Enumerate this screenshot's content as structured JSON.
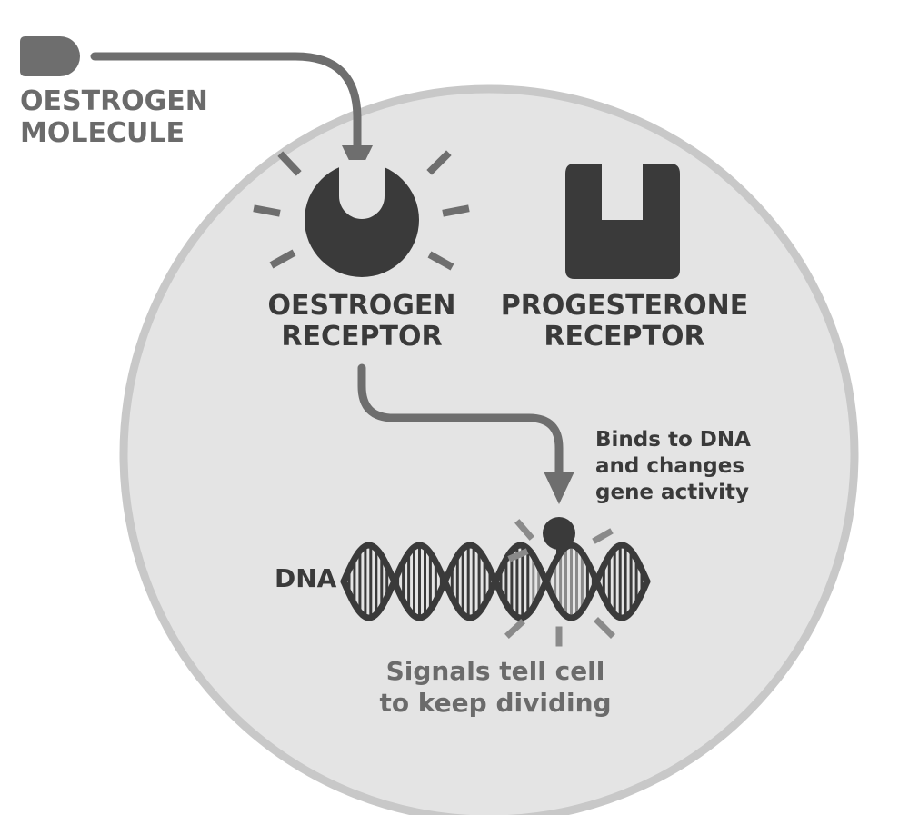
{
  "labels": {
    "molecule_line1": "OESTROGEN",
    "molecule_line2": "MOLECULE",
    "oestrogen_receptor_line1": "OESTROGEN",
    "oestrogen_receptor_line2": "RECEPTOR",
    "progesterone_receptor_line1": "PROGESTERONE",
    "progesterone_receptor_line2": "RECEPTOR",
    "binds_line1": "Binds to DNA",
    "binds_line2": "and changes",
    "binds_line3": "gene activity",
    "dna": "DNA",
    "signals_line1": "Signals tell cell",
    "signals_line2": "to keep dividing"
  },
  "colors": {
    "cell_fill": "#e4e4e4",
    "cell_border": "#c8c8c8",
    "dark_shape": "#3a3a3a",
    "molecule": "#6e6e6e",
    "arrow": "#6e6e6e"
  },
  "icons": {
    "oestrogen_molecule": "capsule-shape",
    "oestrogen_receptor": "notched-circle",
    "progesterone_receptor": "notched-square",
    "dna": "double-helix",
    "bound_molecule": "small-circle"
  }
}
